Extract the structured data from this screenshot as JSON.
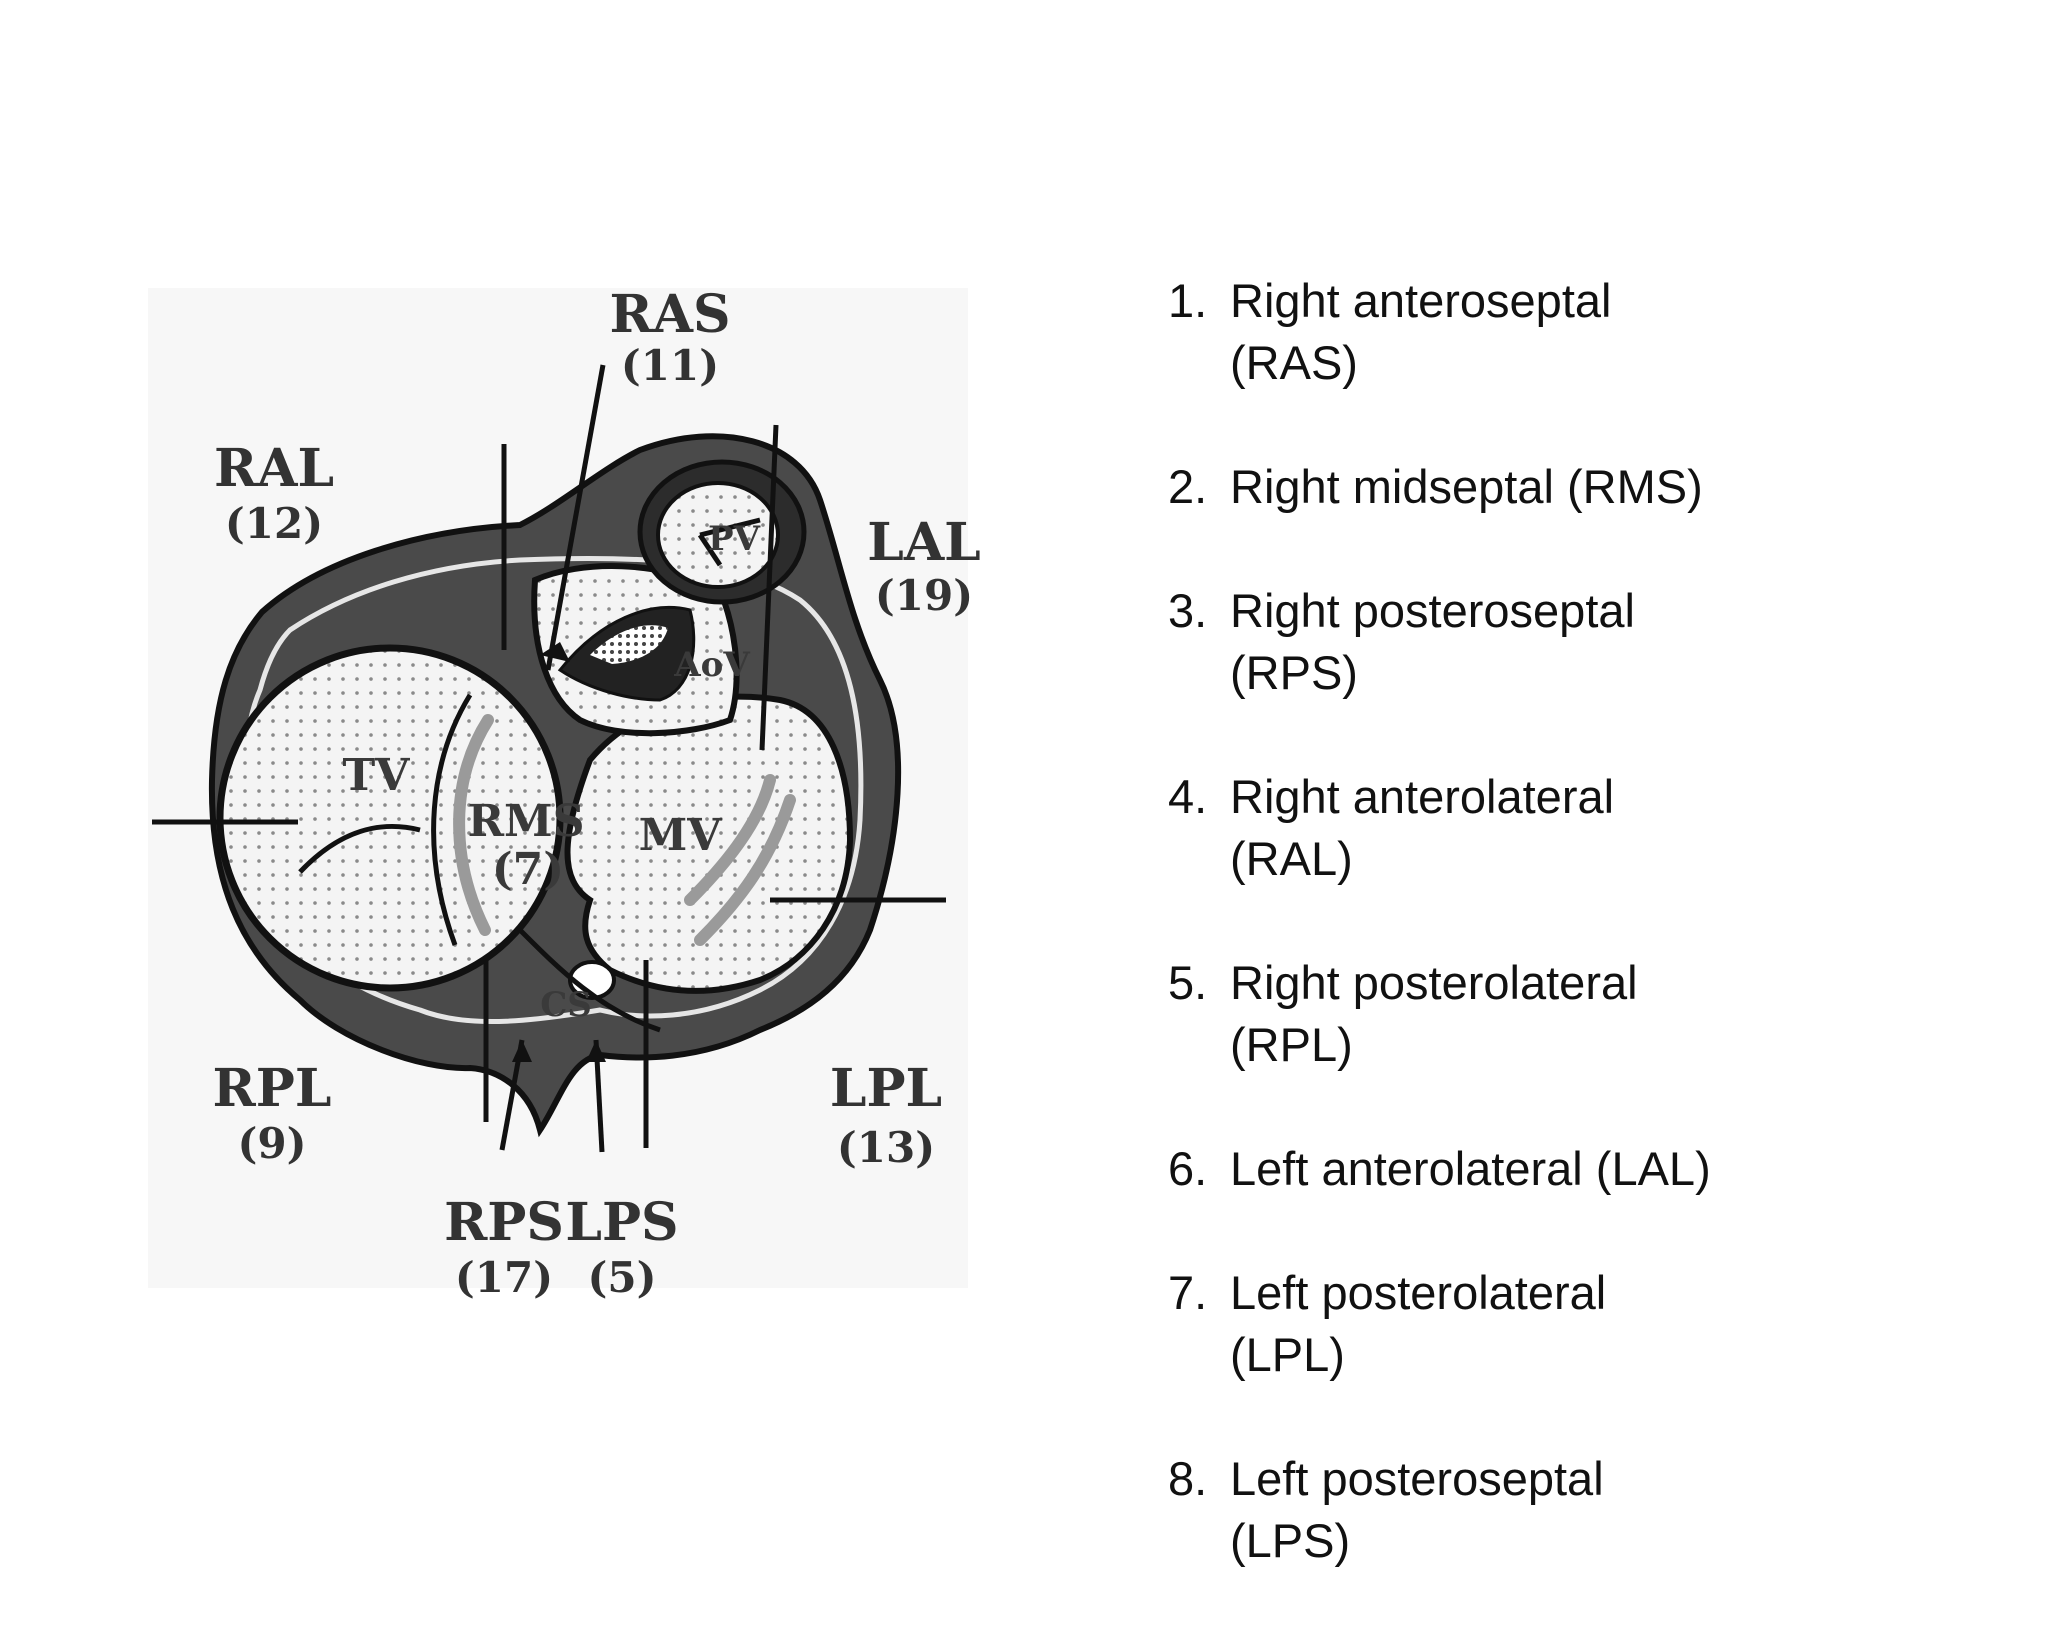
{
  "diagram": {
    "sites": [
      {
        "abbr": "RAS",
        "count": "(11)"
      },
      {
        "abbr": "RAL",
        "count": "(12)"
      },
      {
        "abbr": "LAL",
        "count": "(19)"
      },
      {
        "abbr": "RPL",
        "count": "(9)"
      },
      {
        "abbr": "LPL",
        "count": "(13)"
      },
      {
        "abbr": "RPS",
        "count": "(17)"
      },
      {
        "abbr": "LPS",
        "count": "(5)"
      }
    ],
    "inner": {
      "tv": "TV",
      "rms": "RMS",
      "rms_count": "(7)",
      "mv": "MV",
      "aov": "AoV",
      "pv": "PV",
      "cs": "CS"
    }
  },
  "legend": [
    {
      "num": "1.",
      "text": "Right anteroseptal (RAS)"
    },
    {
      "num": "2.",
      "text": "Right midseptal (RMS)"
    },
    {
      "num": "3.",
      "text": "Right posteroseptal (RPS)"
    },
    {
      "num": "4.",
      "text": "Right anterolateral (RAL)"
    },
    {
      "num": "5.",
      "text": "Right posterolateral (RPL)"
    },
    {
      "num": "6.",
      "text": "Left anterolateral (LAL)"
    },
    {
      "num": "7.",
      "text": "Left posterolateral (LPL)"
    },
    {
      "num": "8.",
      "text": "Left posteroseptal (LPS)"
    }
  ]
}
